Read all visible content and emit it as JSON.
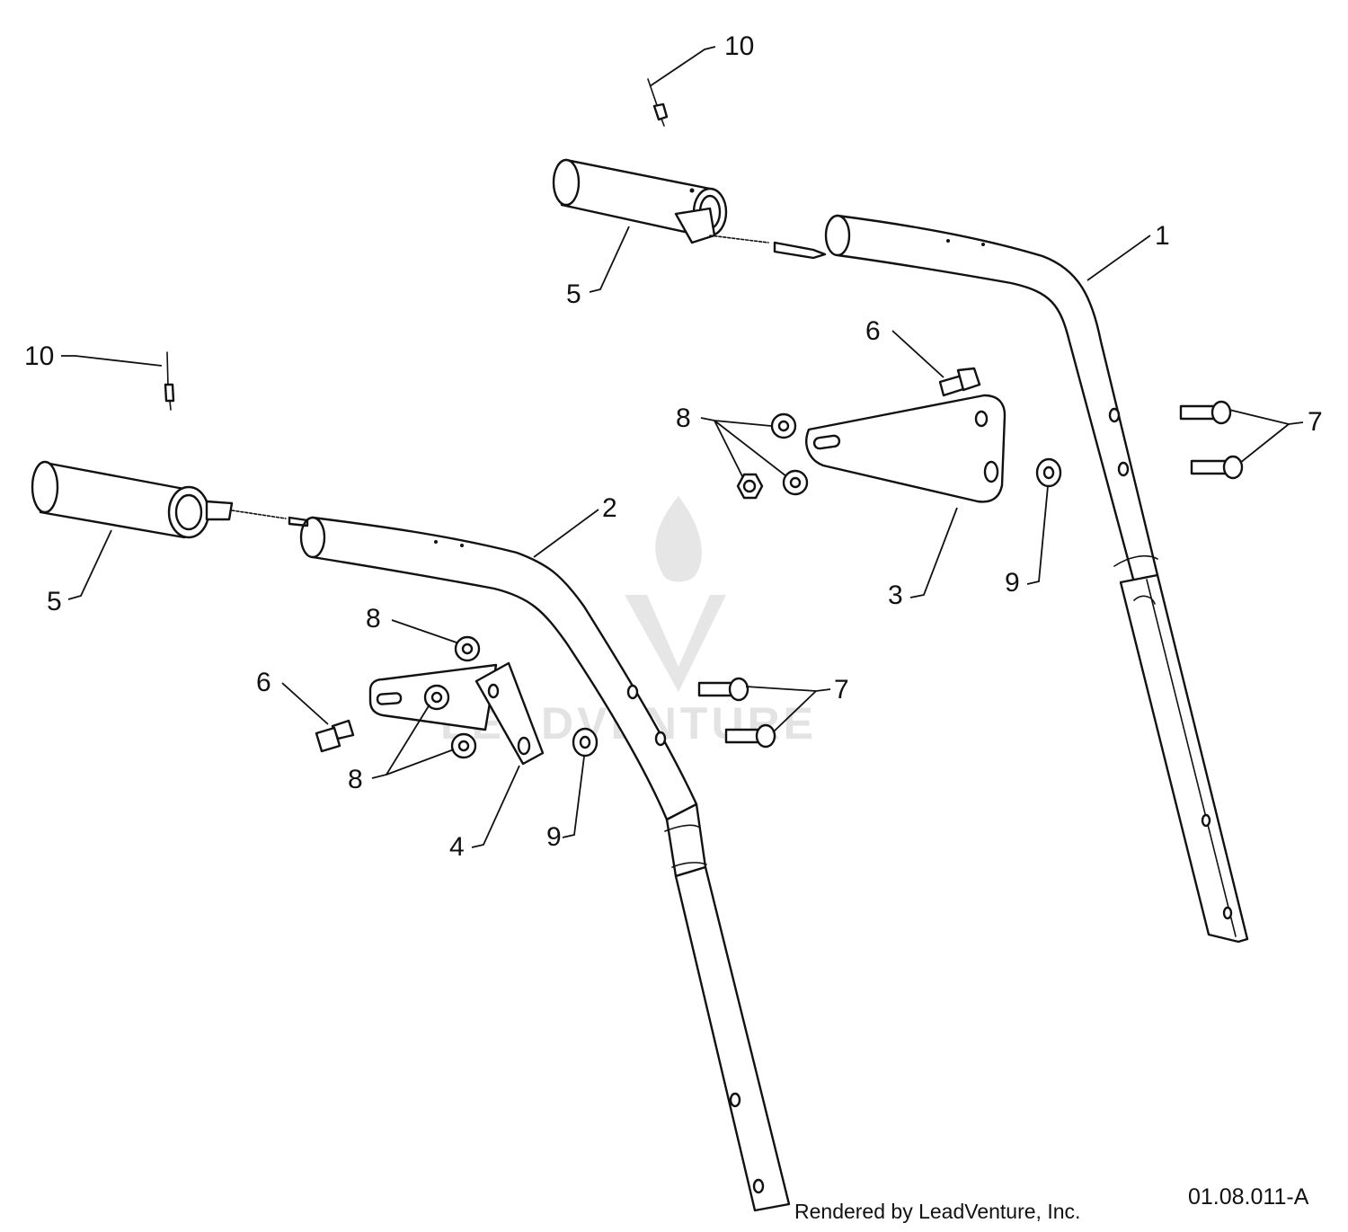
{
  "callouts": {
    "c1": "1",
    "c2": "2",
    "c3": "3",
    "c4": "4",
    "c5": "5",
    "c6": "6",
    "c7": "7",
    "c8": "8",
    "c9": "9",
    "c10": "10"
  },
  "watermark": "LEADVENTURE",
  "footer": {
    "credit": "Rendered by LeadVenture, Inc.",
    "drawing_code": "01.08.011-A"
  }
}
